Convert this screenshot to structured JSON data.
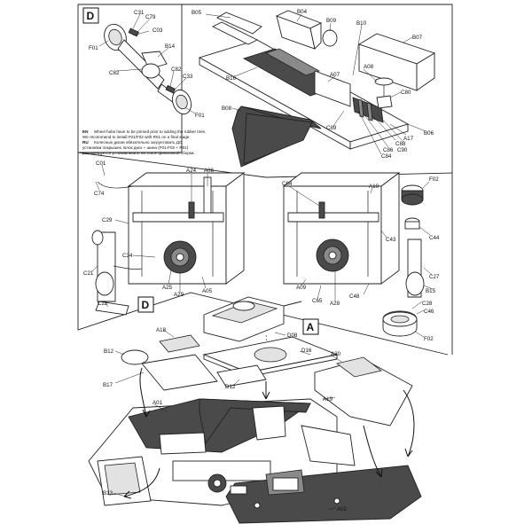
{
  "steps": {
    "d_top": "D",
    "d_mid": "D",
    "a": "A"
  },
  "note": {
    "en_tag": "EN",
    "en_line1": "Wheel hubs have to be primed prior to adding the rubber tires.",
    "en_line2": "We recommend to install F01/F02 with R01 on a final stage.",
    "ru_tag": "RU",
    "ru_line1": "Колесные диски обязательно загрунтовать ДО",
    "ru_line2": "установки покрышек. Блок диск + шина (F01-F02 + R01)",
    "ru_line3": "рекомендуется устанавливать на этапе финальной сборки."
  },
  "parts": {
    "c31": "C31",
    "c79": "C79",
    "c03": "C03",
    "f01_a": "F01",
    "b14": "B14",
    "c82_a": "C82",
    "c82_b": "C82",
    "c33": "C33",
    "f01_b": "F01",
    "b05": "B05",
    "b04": "B04",
    "b09": "B09",
    "b10": "B10",
    "b07": "B07",
    "a08": "A08",
    "a07": "A07",
    "c80": "C80",
    "b16": "B16",
    "b08": "B08",
    "c89": "C89",
    "c88": "C88",
    "c86": "C86",
    "c84": "C84",
    "c90": "C90",
    "a17": "A17",
    "b06": "B06",
    "c01": "C01",
    "c74": "C74",
    "a24": "A24",
    "a06": "A06",
    "c29": "C29",
    "c34": "C34",
    "c21": "C21",
    "a25": "A25",
    "a29": "A29",
    "a05": "A05",
    "c22": "C22",
    "c64": "C64",
    "a10": "A10",
    "c43": "C43",
    "f02_a": "F02",
    "c44": "C44",
    "c27": "C27",
    "b15_a": "B15",
    "a09": "A09",
    "c65": "C65",
    "a28": "A28",
    "c48": "C48",
    "c28": "C28",
    "c46": "C46",
    "f02_b": "F02",
    "a18": "A18",
    "b12": "B12",
    "b17": "B17",
    "d08": "D08",
    "d16": "D16",
    "d12": "D12",
    "a30": "A30",
    "a01": "A01",
    "a19": "A19",
    "b13": "B13",
    "a02": "A02"
  }
}
